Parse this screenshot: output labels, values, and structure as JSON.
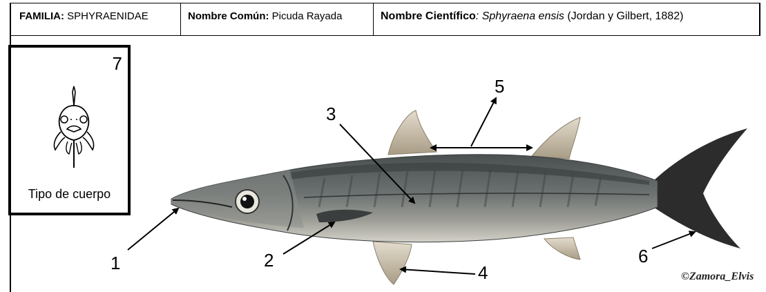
{
  "header": {
    "family_label": "FAMILIA:",
    "family_value": "SPHYRAENIDAE",
    "common_label": "Nombre Común:",
    "common_value": "Picuda Rayada",
    "scientific_label": "Nombre Científico",
    "scientific_colon": ":",
    "scientific_name": "Sphyraena ensis",
    "scientific_author": "(Jordan y Gilbert, 1882)"
  },
  "body_type": {
    "number": "7",
    "label": "Tipo de cuerpo",
    "icon": "fish-front-view-icon"
  },
  "callouts": {
    "c1": "1",
    "c2": "2",
    "c3": "3",
    "c4": "4",
    "c5": "5",
    "c6": "6"
  },
  "credit": "©Zamora_Elvis",
  "colors": {
    "fish_body": "#5d6363",
    "fish_belly": "#c8c6bd",
    "fin": "#cbbfa9",
    "tail": "#2b2c2b"
  }
}
